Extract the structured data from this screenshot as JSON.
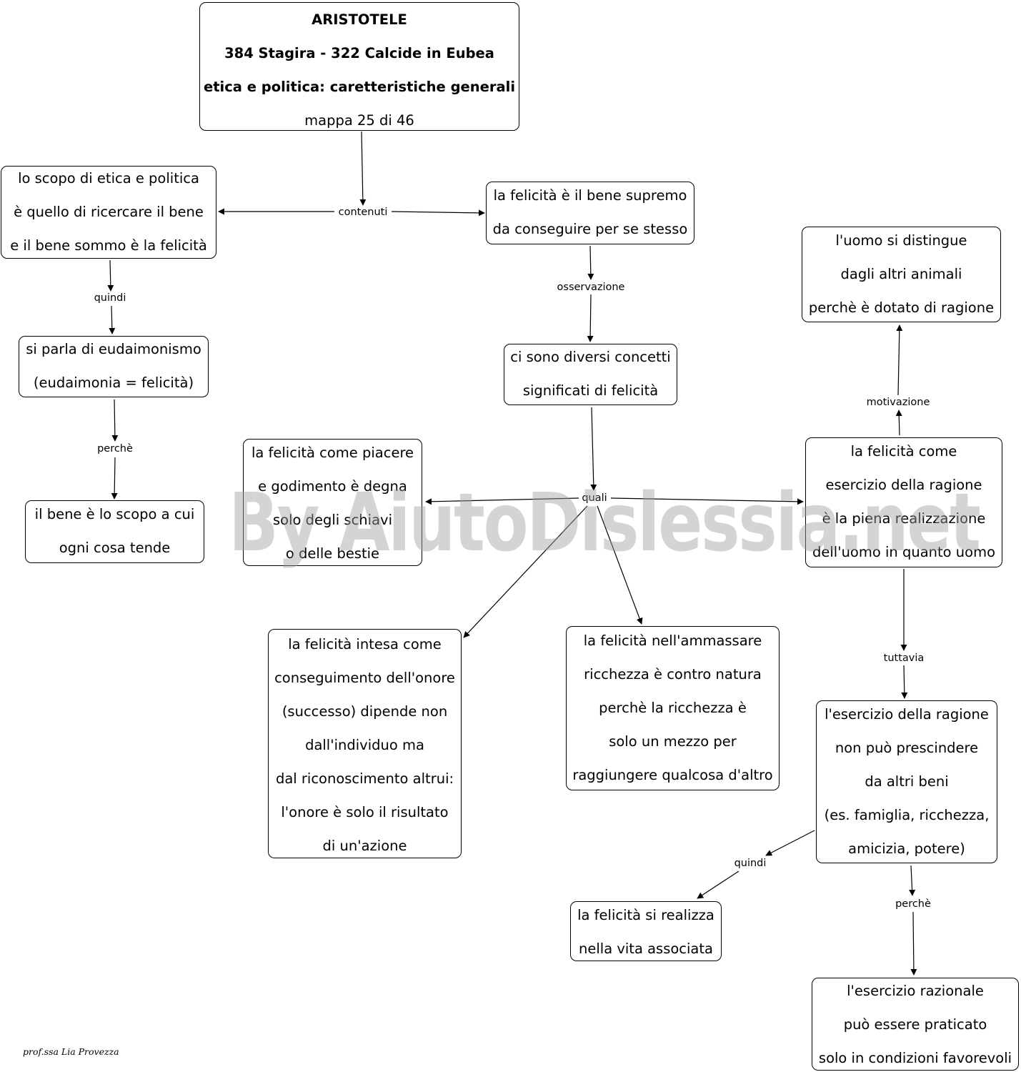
{
  "nodes": {
    "title": [
      "ARISTOTELE",
      "384 Stagira - 322 Calcide in Eubea",
      "etica e politica: caretteristiche generali",
      "mappa 25 di 46"
    ],
    "scopo": [
      "lo scopo di etica e politica",
      "è quello di ricercare il bene",
      "e  il bene sommo è la felicità"
    ],
    "bene_supremo": [
      "la felicità è il bene supremo",
      "da conseguire per se stesso"
    ],
    "uomo_distingue": [
      "l'uomo si distingue",
      "dagli altri animali",
      "perchè è dotato di ragione"
    ],
    "eudaimonismo": [
      "si parla di eudaimonismo",
      "(eudaimonia = felicità)"
    ],
    "concetti": [
      "ci sono diversi concetti",
      "significati di felicità"
    ],
    "piacere": [
      "la felicità come piacere",
      "e godimento è degna",
      "solo degli schiavi",
      "o delle bestie"
    ],
    "bene_scopo": [
      "il bene è lo scopo a cui",
      "ogni cosa tende"
    ],
    "ragione": [
      "la felicità come",
      "esercizio della ragione",
      "è la piena realizzazione",
      "dell'uomo in quanto uomo"
    ],
    "onore": [
      "la felicità intesa come",
      "conseguimento dell'onore",
      "(successo) dipende non",
      "dall'individuo ma",
      "dal riconoscimento altrui:",
      "l'onore è solo il risultato",
      "di un'azione"
    ],
    "ricchezza": [
      "la felicità nell'ammassare",
      "ricchezza è contro natura",
      "perchè la ricchezza è",
      "solo un mezzo per",
      "raggiungere qualcosa d'altro"
    ],
    "esercizio_beni": [
      "l'esercizio della ragione",
      "non può prescindere",
      "da altri beni",
      "(es. famiglia, ricchezza,",
      "amicizia, potere)"
    ],
    "vita_associata": [
      "la felicità si realizza",
      "nella vita associata"
    ],
    "condizioni": [
      "l'esercizio razionale",
      "può essere praticato",
      "solo in condizioni favorevoli"
    ]
  },
  "labels": {
    "contenuti": "contenuti",
    "quindi_1": "quindi",
    "osservazione": "osservazione",
    "perche_1": "perchè",
    "motivazione": "motivazione",
    "quali": "quali",
    "tuttavia": "tuttavia",
    "quindi_2": "quindi",
    "perche_2": "perchè"
  },
  "watermark": "By AiutoDislessia.net",
  "signature": "prof.ssa Lia Provezza"
}
